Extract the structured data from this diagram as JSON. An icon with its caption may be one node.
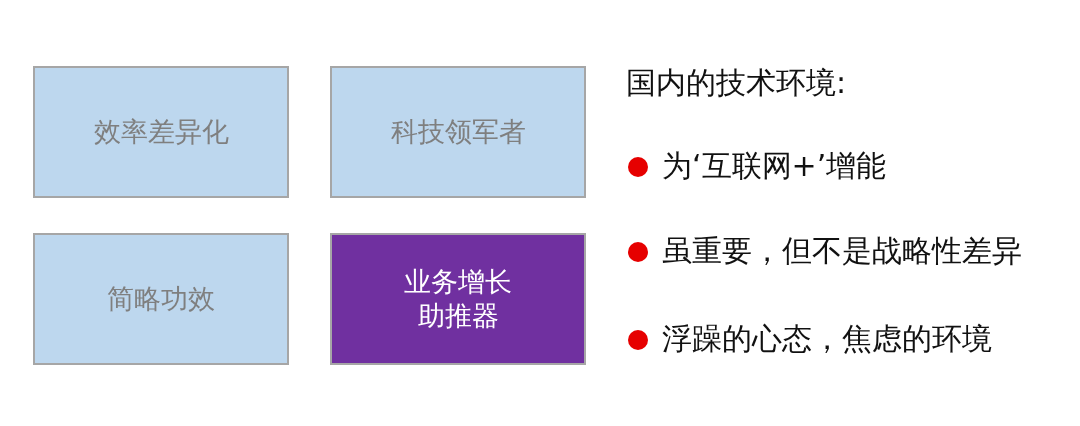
{
  "diagram": {
    "nodes": [
      {
        "text": [
          "效率差异化"
        ]
      },
      {
        "text": [
          "科技领军者"
        ]
      },
      {
        "text": [
          "简略功效"
        ]
      },
      {
        "text": [
          "业务增长助推器"
        ]
      }
    ],
    "labels": [
      "国内的技术环境:",
      "为‘互联网+’增能",
      "虽重要，但不是战略性差异",
      "浮躁的心态，焦虑的环境"
    ]
  }
}
